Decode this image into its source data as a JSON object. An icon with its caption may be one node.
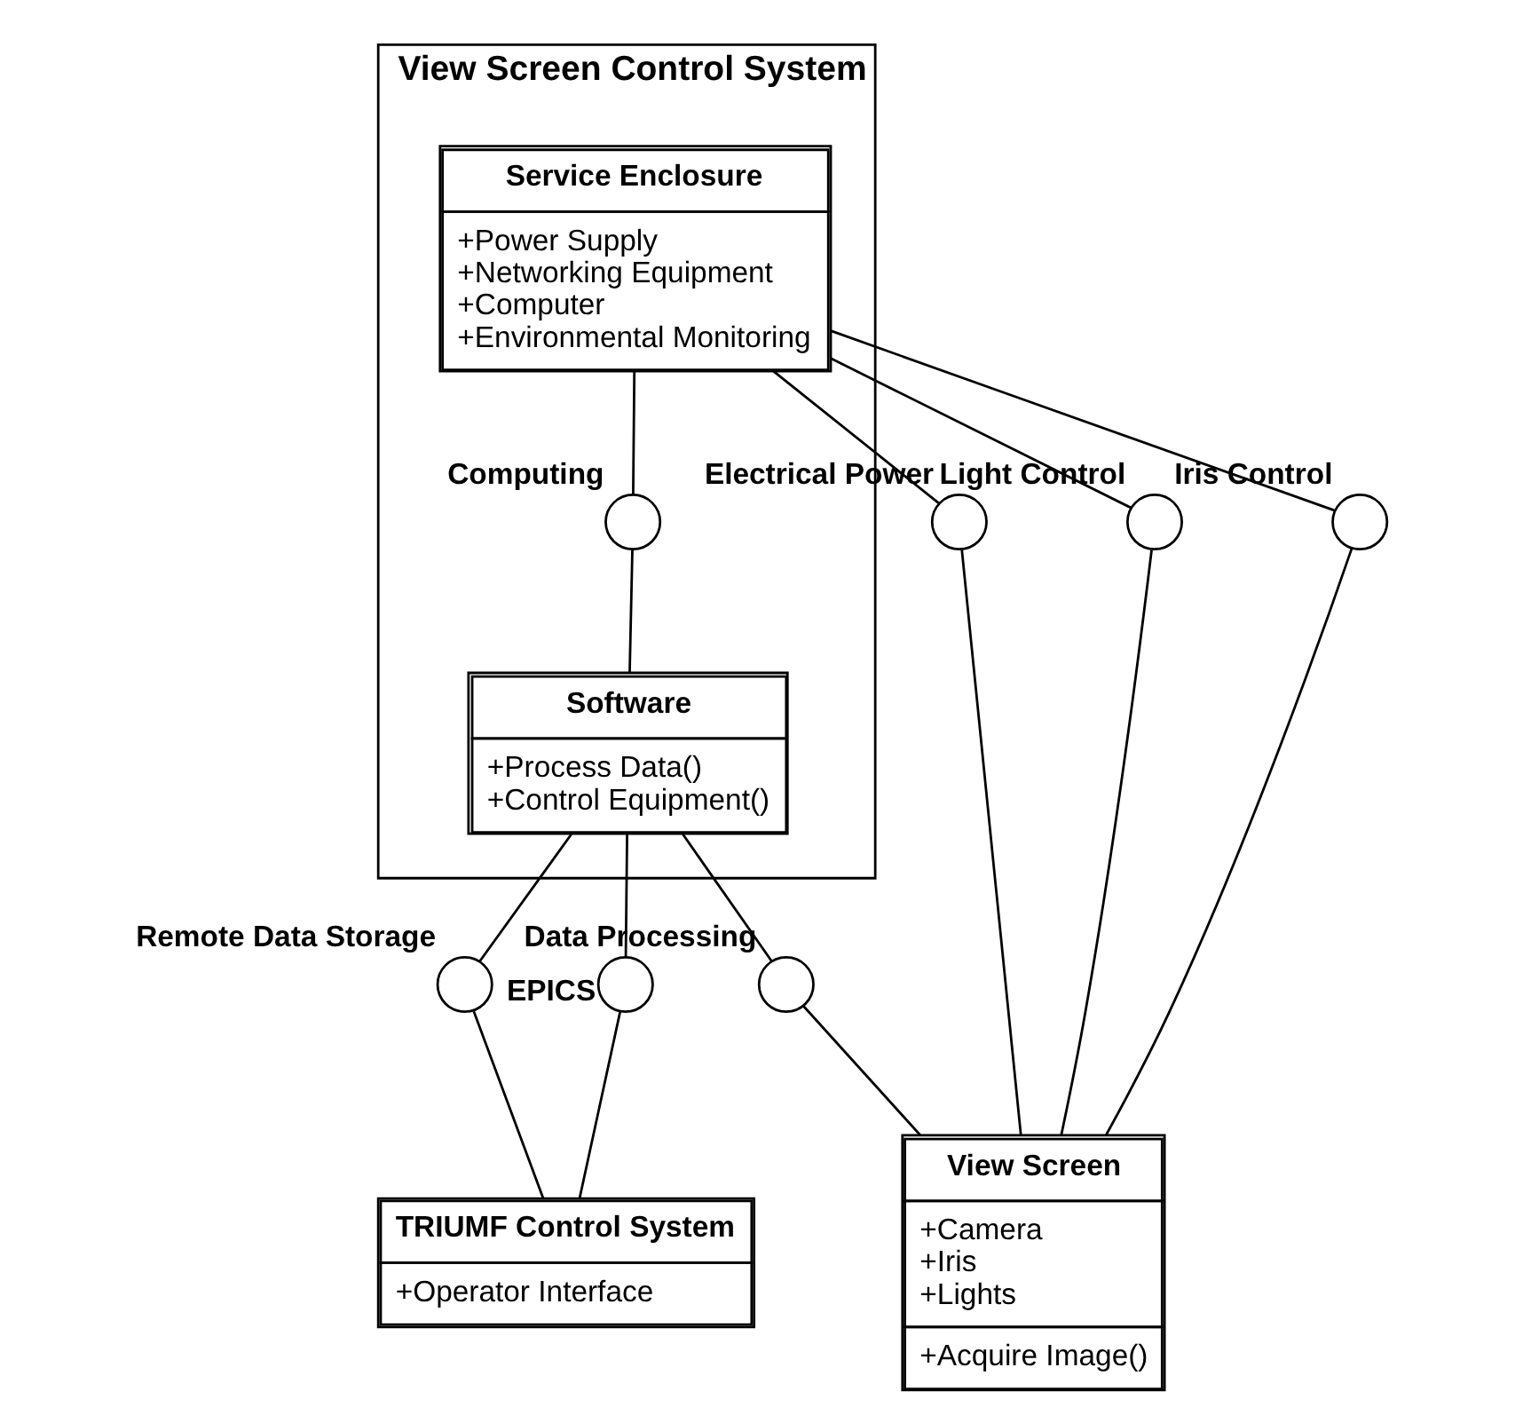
{
  "diagram": {
    "nodes": [
      {
        "text": [
          "View Screen Control System"
        ]
      },
      {
        "text": [
          "Service Enclosure",
          "+Power Supply +Networking Equipment +Computer +Environmental Monitoring"
        ],
        "in": 0
      },
      {
        "text": [
          "Software",
          "+Process Data() +Control Equipment()"
        ],
        "in": 0
      },
      {
        "text": [],
        "shape": "circle",
        "beside": [
          "Computing"
        ],
        "in": 0
      },
      {
        "text": [],
        "shape": "circle",
        "beside": [
          "Electrical Power"
        ]
      },
      {
        "text": [],
        "shape": "circle",
        "beside": [
          "Light Control"
        ]
      },
      {
        "text": [],
        "shape": "circle",
        "beside": [
          "Remote Data Storage"
        ]
      },
      {
        "text": [],
        "shape": "circle",
        "beside": [
          "Iris Control"
        ]
      },
      {
        "text": [],
        "shape": "circle",
        "beside": [
          "Data Processing"
        ]
      },
      {
        "text": [],
        "shape": "circle",
        "beside": [
          "EPICS"
        ]
      },
      {
        "text": [
          "View Screen",
          "+Camera +Iris +Lights",
          "+Acquire Image()"
        ]
      },
      {
        "text": [
          "TRIUMF Control System",
          "+Operator Interface"
        ]
      }
    ],
    "edges": [
      {
        "from": 1,
        "to": 3,
        "arrow": "none"
      },
      {
        "from": 3,
        "to": 2,
        "arrow": "none"
      },
      {
        "from": 1,
        "to": 4,
        "arrow": "none"
      },
      {
        "from": 4,
        "to": 10,
        "arrow": "none"
      },
      {
        "from": 1,
        "to": 7,
        "arrow": "none"
      },
      {
        "from": 7,
        "to": 10,
        "arrow": "none"
      },
      {
        "from": 1,
        "to": 5,
        "arrow": "none"
      },
      {
        "from": 5,
        "to": 10,
        "arrow": "none"
      },
      {
        "from": 2,
        "to": 8,
        "arrow": "none"
      },
      {
        "from": 8,
        "to": 10,
        "arrow": "none"
      },
      {
        "from": 2,
        "to": 9,
        "arrow": "none"
      },
      {
        "from": 9,
        "to": 11,
        "arrow": "none"
      },
      {
        "from": 2,
        "to": 6,
        "arrow": "none"
      },
      {
        "from": 6,
        "to": 11,
        "arrow": "none"
      }
    ]
  }
}
